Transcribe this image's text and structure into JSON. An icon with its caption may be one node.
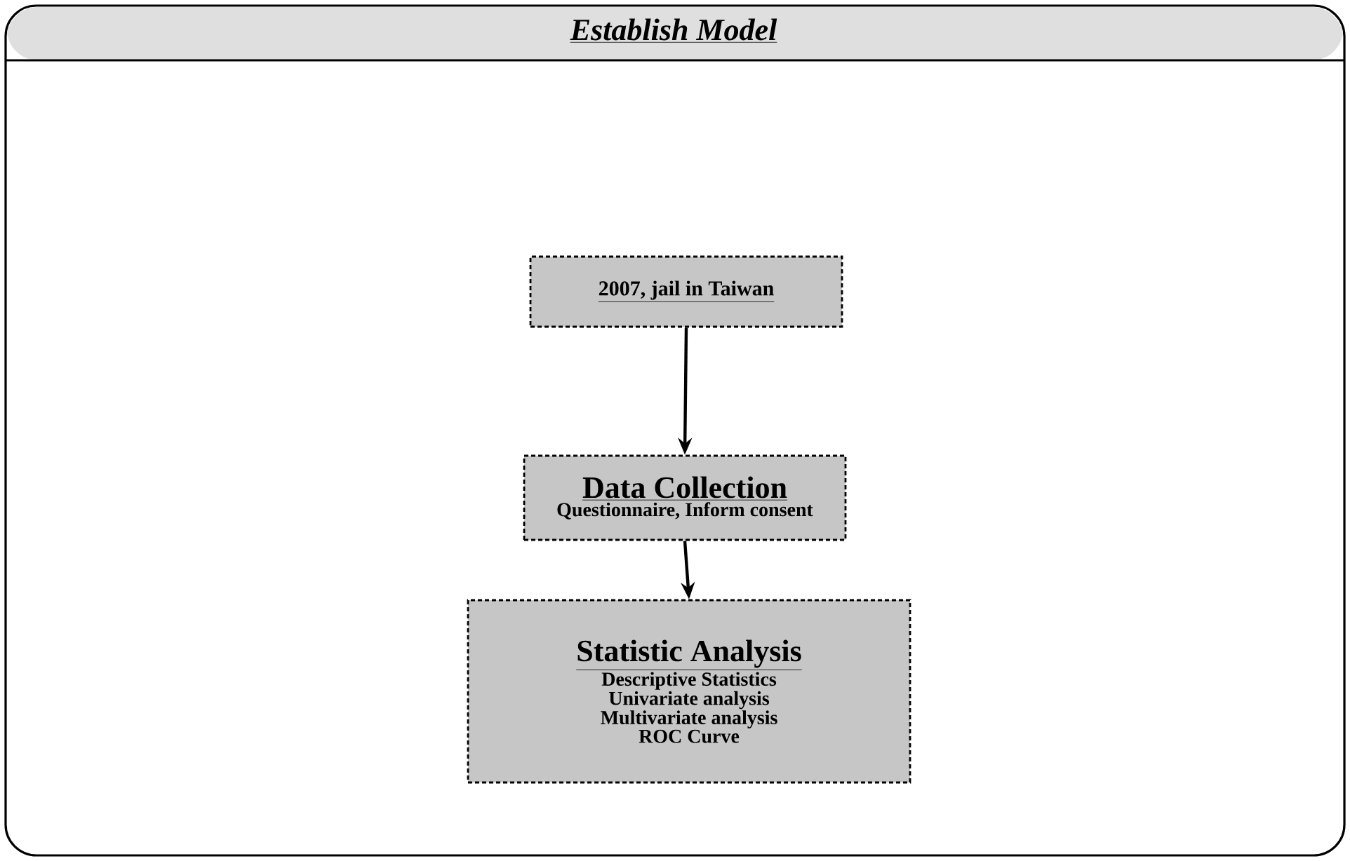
{
  "diagram": {
    "title": "Establish Model",
    "nodes": [
      {
        "text": [
          "2007, jail in Taiwan"
        ]
      },
      {
        "text": [
          "Data Collection",
          "Questionnaire, Inform consent"
        ]
      },
      {
        "text": [
          "Statistic Analysis",
          "Descriptive Statistics",
          "Univariate analysis",
          "Multivariate analysis",
          "ROC Curve"
        ]
      }
    ],
    "edges": [
      {
        "from": 0,
        "to": 1,
        "arrow": "to"
      },
      {
        "from": 1,
        "to": 2,
        "arrow": "to"
      }
    ]
  }
}
